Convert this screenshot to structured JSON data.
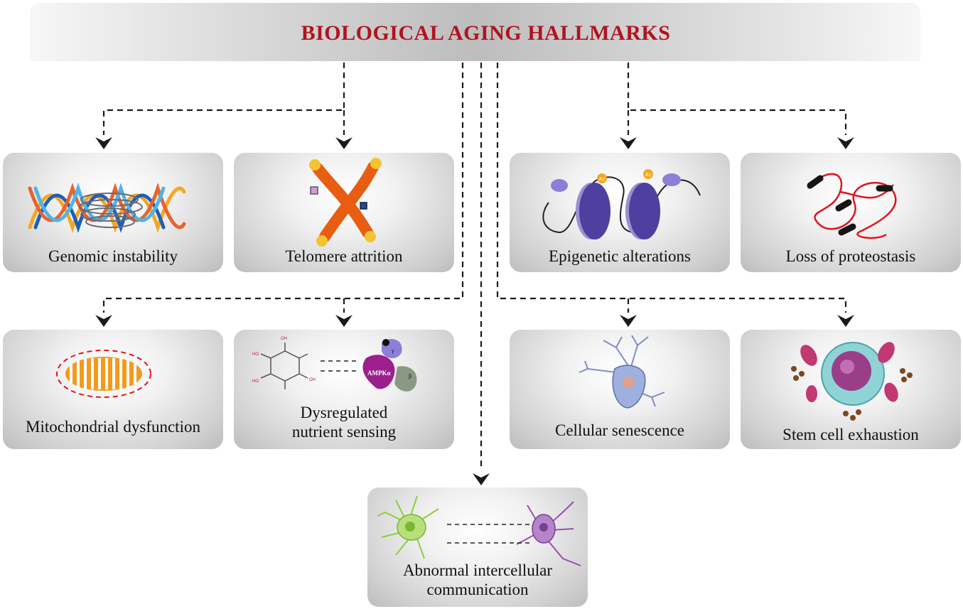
{
  "title": "BIOLOGICAL AGING HALLMARKS",
  "hallmarks": {
    "genomic": "Genomic instability",
    "telomere": "Telomere attrition",
    "epigenetic": "Epigenetic alterations",
    "proteostasis": "Loss of proteostasis",
    "mitochondrial": "Mitochondrial dysfunction",
    "nutrient_line1": "Dysregulated",
    "nutrient_line2": "nutrient sensing",
    "senescence": "Cellular senescence",
    "stem_cell": "Stem cell exhaustion",
    "communication_line1": "Abnormal intercellular",
    "communication_line2": "communication"
  },
  "art_text": {
    "ampk": "AMPKα",
    "gamma": "γ",
    "beta": "β",
    "acetyl": "Ac",
    "oh": "OH",
    "ho": "HO"
  }
}
